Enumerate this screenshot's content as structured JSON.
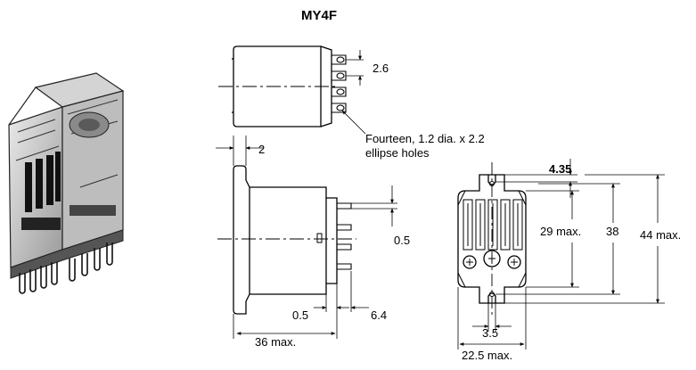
{
  "title": "MY4F",
  "dims": {
    "top_pitch": "2.6",
    "holes_line1": "Fourteen, 1.2 dia. x 2.2",
    "holes_line2": "ellipse holes",
    "flange_thickness": "2",
    "pin_width": "0.5",
    "pin_step": "0.5",
    "pin_length": "6.4",
    "body_depth": "36 max.",
    "slot_offset": "4.35",
    "inner_height": "29 max.",
    "hole_spacing": "38",
    "total_height": "44 max.",
    "bottom_slot": "3.5",
    "width": "22.5 max."
  },
  "colors": {
    "ink": "#000000",
    "paper": "#ffffff"
  }
}
